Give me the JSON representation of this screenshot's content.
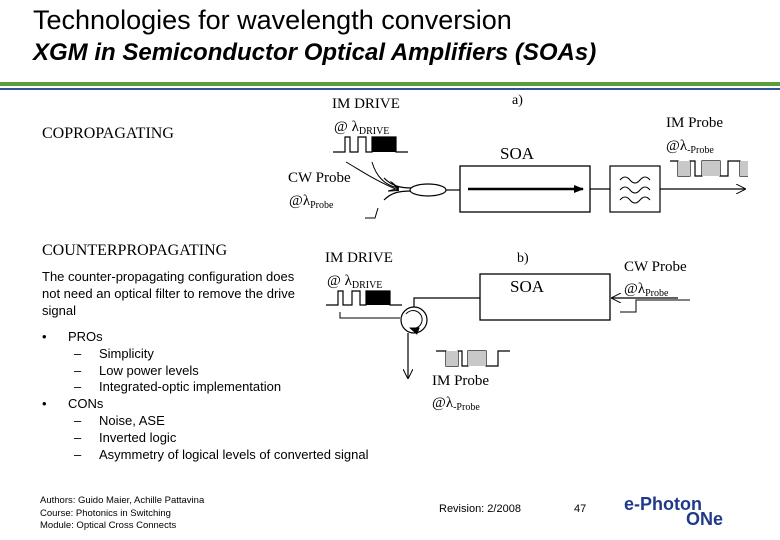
{
  "header": {
    "title_line1": "Technologies for wavelength conversion",
    "title_line2": "XGM in Semiconductor Optical Amplifiers (SOAs)"
  },
  "copropagating": {
    "section_label": "COPROPAGATING",
    "panel_label": "a)",
    "im_drive": "IM DRIVE",
    "at_lambda_drive": "@ λ",
    "drive_sub": "DRIVE",
    "cw_probe": "CW Probe",
    "at_lambda_probe": "@λ",
    "probe_sub": "Probe",
    "soa": "SOA",
    "im_probe": "IM Probe",
    "im_probe_at": "@λ",
    "im_probe_sub": "-Probe"
  },
  "counterpropagating": {
    "section_label": "COUNTERPROPAGATING",
    "panel_label": "b)",
    "im_drive": "IM DRIVE",
    "at_lambda_drive": "@ λ",
    "drive_sub": "DRIVE",
    "soa": "SOA",
    "cw_probe": "CW Probe",
    "cw_probe_at": "@λ",
    "cw_probe_sub": "Probe",
    "im_probe": "IM Probe",
    "im_probe_at": "@λ",
    "im_probe_sub": "-Probe"
  },
  "description": "The counter-propagating configuration does not need an optical filter to remove the drive signal",
  "bullets": {
    "marker": "•",
    "dash": "–",
    "pros": "PROs",
    "pros_items": [
      "Simplicity",
      "Low power levels",
      "Integrated-optic implementation"
    ],
    "cons": "CONs",
    "cons_items": [
      "Noise, ASE",
      "Inverted logic",
      "Asymmetry of logical levels of converted signal"
    ]
  },
  "footer": {
    "authors": "Authors: Guido Maier, Achille Pattavina",
    "course": "Course: Photonics in Switching",
    "module": "Module: Optical Cross Connects",
    "revision": "Revision: 2/2008",
    "page": "47",
    "logo_line1": "e-Photon",
    "logo_line2": "ONe"
  },
  "colors": {
    "green_rule": "#5a9e3a",
    "blue_rule": "#2f5597",
    "logo_blue": "#1f3a8a"
  }
}
